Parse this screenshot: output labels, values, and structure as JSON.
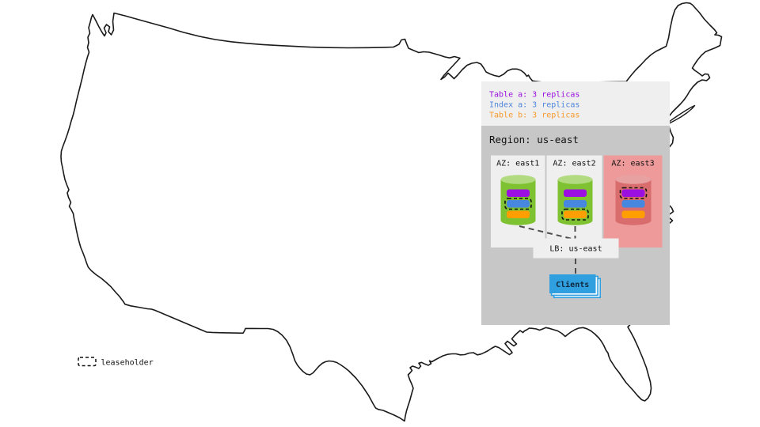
{
  "diagram": {
    "replica_legend": {
      "items": [
        {
          "id": "table-a",
          "label": "Table a: 3 replicas",
          "color": "#9b10e0"
        },
        {
          "id": "index-a",
          "label": "Index a: 3 replicas",
          "color": "#4d86dc"
        },
        {
          "id": "table-b",
          "label": "Table b: 3 replicas",
          "color": "#f8992b"
        }
      ]
    },
    "region": {
      "label": "Region: us-east"
    },
    "azs": [
      {
        "id": "east1",
        "label": "AZ: east1",
        "leaseholder_replica": "index-a"
      },
      {
        "id": "east2",
        "label": "AZ: east2",
        "leaseholder_replica": "table-b"
      },
      {
        "id": "east3",
        "label": "AZ: east3",
        "leaseholder_replica": "table-a",
        "status": "down"
      }
    ],
    "load_balancer": {
      "label": "LB: us-east"
    },
    "clients": {
      "label": "Clients"
    },
    "leaseholder_legend": {
      "label": "leaseholder"
    }
  },
  "colors": {
    "map_outline": "#1a1a1a",
    "legend_box_bg": "#efefef",
    "region_box_bg": "#c7c7c7",
    "az_box_bg": "#efefef",
    "az_down_box_bg": "#ee9a9a",
    "cylinder_green_body": "#7ec231",
    "cylinder_green_top": "#b2da80",
    "cylinder_red_body": "#d96c6c",
    "cylinder_red_top": "#e7a1a1",
    "bar_table_a": "#9b10e0",
    "bar_index_a": "#4787e0",
    "bar_table_b": "#ff9e00",
    "clients_box": "#2f9fdf",
    "dashed_line": "#4d4d4d",
    "leaseholder_outline": "#111111"
  }
}
